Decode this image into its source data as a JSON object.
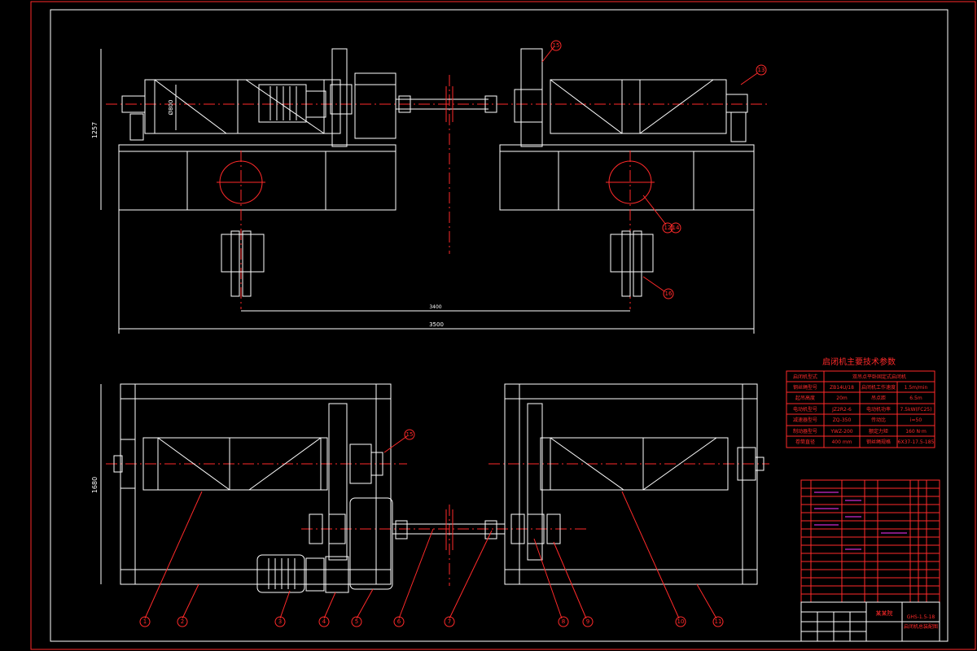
{
  "drawing": {
    "title": "启闭机主要技术参数",
    "dimensions": {
      "top_height": "1257",
      "drum_diameter": "Ø800",
      "top_span_inner": "3400",
      "top_span_outer": "3500",
      "bottom_height": "1680"
    },
    "params_table": {
      "rows": [
        [
          "启闭机型式",
          "双吊点平卧固定式启闭机",
          "",
          ""
        ],
        [
          "钢丝绳型号",
          "ZB14U/18",
          "启闭机工作速度",
          "1.5m/min"
        ],
        [
          "起吊高度",
          "20m",
          "吊点距",
          "6.5m"
        ],
        [
          "电动机型号",
          "JZ2R2-6",
          "电动机功率",
          "7.5kW(FC25)"
        ],
        [
          "减速器型号",
          "ZQ-350",
          "传动比",
          "i=50"
        ],
        [
          "制动器型号",
          "YWZ-200",
          "额定力矩",
          "160 N·m"
        ],
        [
          "卷筒直径",
          "400 mm",
          "钢丝绳规格",
          "6X37-17.5-185"
        ]
      ]
    },
    "callouts": {
      "c1": "1",
      "c2": "2",
      "c3": "3",
      "c4": "4",
      "c5": "5",
      "c6": "6",
      "c7": "7",
      "c8": "8",
      "c9": "9",
      "c10": "10",
      "c11": "11",
      "c12": "12",
      "c13": "13",
      "c14": "14",
      "c15": "15",
      "c16": "16"
    },
    "title_block": {
      "company": "某某院",
      "drawing_no": "GHS-1.5-18",
      "drawing_name": "启闭机总装配图"
    }
  }
}
